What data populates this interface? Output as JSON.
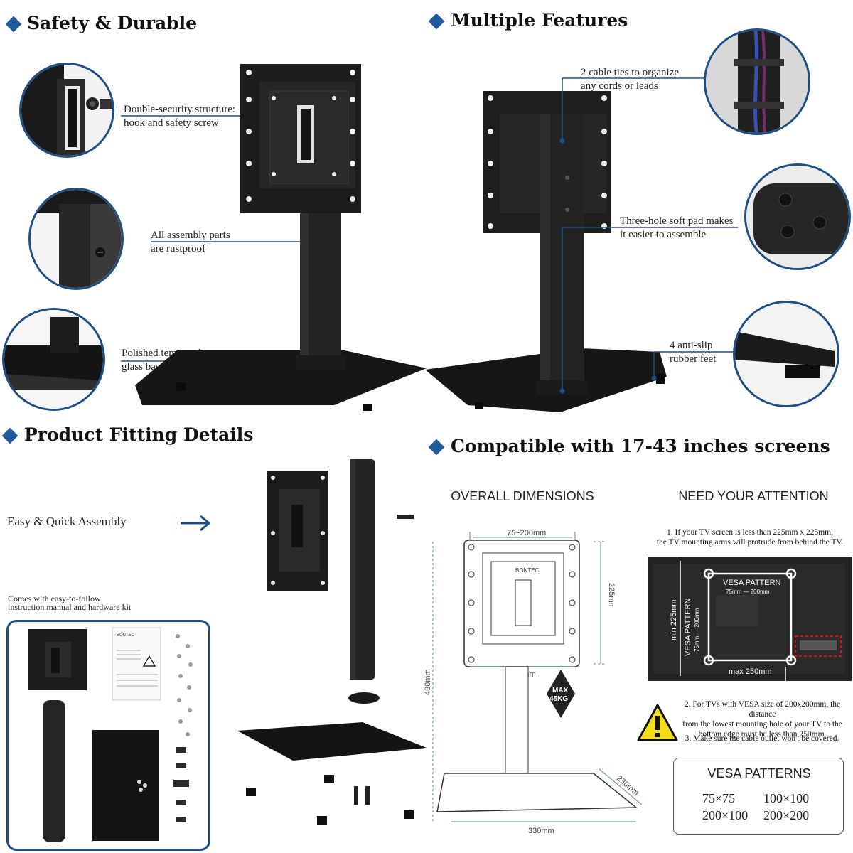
{
  "sections": {
    "safety": "Safety & Durable",
    "features": "Multiple Features",
    "fitting": "Product Fitting Details",
    "compatible": "Compatible with 17-43 inches screens"
  },
  "safety_callouts": {
    "c1_line1": "Double-security structure:",
    "c1_line2": "hook and safety screw",
    "c2_line1": "All assembly parts",
    "c2_line2": "are rustproof",
    "c3_line1": "Polished tempered",
    "c3_line2": "glass base"
  },
  "feature_callouts": {
    "c1_line1": "2 cable ties to organize",
    "c1_line2": "any cords or leads",
    "c2_line1": "Three-hole soft pad makes",
    "c2_line2": "it easier to assemble",
    "c3_line1": "4 anti-slip",
    "c3_line2": "rubber feet"
  },
  "fitting": {
    "easy": "Easy & Quick Assembly",
    "comes_line1": "Comes with easy-to-follow",
    "comes_line2": "instruction manual and hardware kit",
    "brand": "BONTEC"
  },
  "dimensions": {
    "title": "OVERALL DIMENSIONS",
    "vesa_range": "75~200mm",
    "height_plate": "225mm",
    "width_bottom": "225mm",
    "total_height": "480mm",
    "depth": "230mm",
    "width_base": "330mm",
    "max_line1": "MAX",
    "max_line2": "45KG",
    "brand": "BONTEC"
  },
  "attention": {
    "title": "NEED YOUR ATTENTION",
    "note1_line1": "1. If your TV screen is less than 225mm x 225mm,",
    "note1_line2": "the TV mounting arms will protrude from behind the TV.",
    "vesa_pattern": "VESA PATTERN",
    "vesa_h_range": "75mm  —  200mm",
    "vesa_v_label": "VESA PATTERN",
    "vesa_v_range": "75mm — 200mm",
    "min_225": "min 225mm",
    "max_250": "max 250mm",
    "note2_line1": "2. For TVs with VESA size of 200x200mm, the distance",
    "note2_line2": "from the lowest mounting hole of your TV to the",
    "note2_line3": "bottom edge must be less than 250mm.",
    "note3": "3. Make sure the cable outlet won't be covered."
  },
  "vesa_box": {
    "title": "VESA PATTERNS",
    "items": [
      "75×75",
      "100×100",
      "200×100",
      "200×200"
    ]
  },
  "colors": {
    "accent": "#1f5b9a",
    "line": "#1d4f86",
    "product": "#1b1b1b"
  }
}
